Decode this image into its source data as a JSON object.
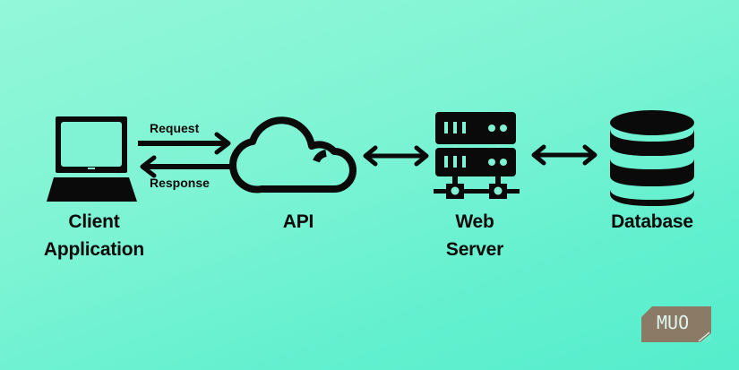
{
  "diagram": {
    "nodes": [
      {
        "id": "client",
        "label_line1": "Client",
        "label_line2": "Application",
        "icon": "laptop-icon"
      },
      {
        "id": "api",
        "label_line1": "API",
        "icon": "cloud-icon"
      },
      {
        "id": "web_server",
        "label_line1": "Web",
        "label_line2": "Server",
        "icon": "server-rack-icon"
      },
      {
        "id": "database",
        "label_line1": "Database",
        "icon": "database-icon"
      }
    ],
    "edges": [
      {
        "from": "client",
        "to": "api",
        "label": "Request",
        "direction": "right"
      },
      {
        "from": "api",
        "to": "client",
        "label": "Response",
        "direction": "left"
      },
      {
        "from": "api",
        "to": "web_server",
        "label": "",
        "direction": "bidirectional"
      },
      {
        "from": "web_server",
        "to": "database",
        "label": "",
        "direction": "bidirectional"
      }
    ]
  },
  "watermark": {
    "text": "MUO",
    "color": "#8b7a66",
    "text_color": "#dff5ee"
  },
  "colors": {
    "background_start": "#93f7d8",
    "background_end": "#55edcc",
    "ink": "#0a0a0a"
  }
}
